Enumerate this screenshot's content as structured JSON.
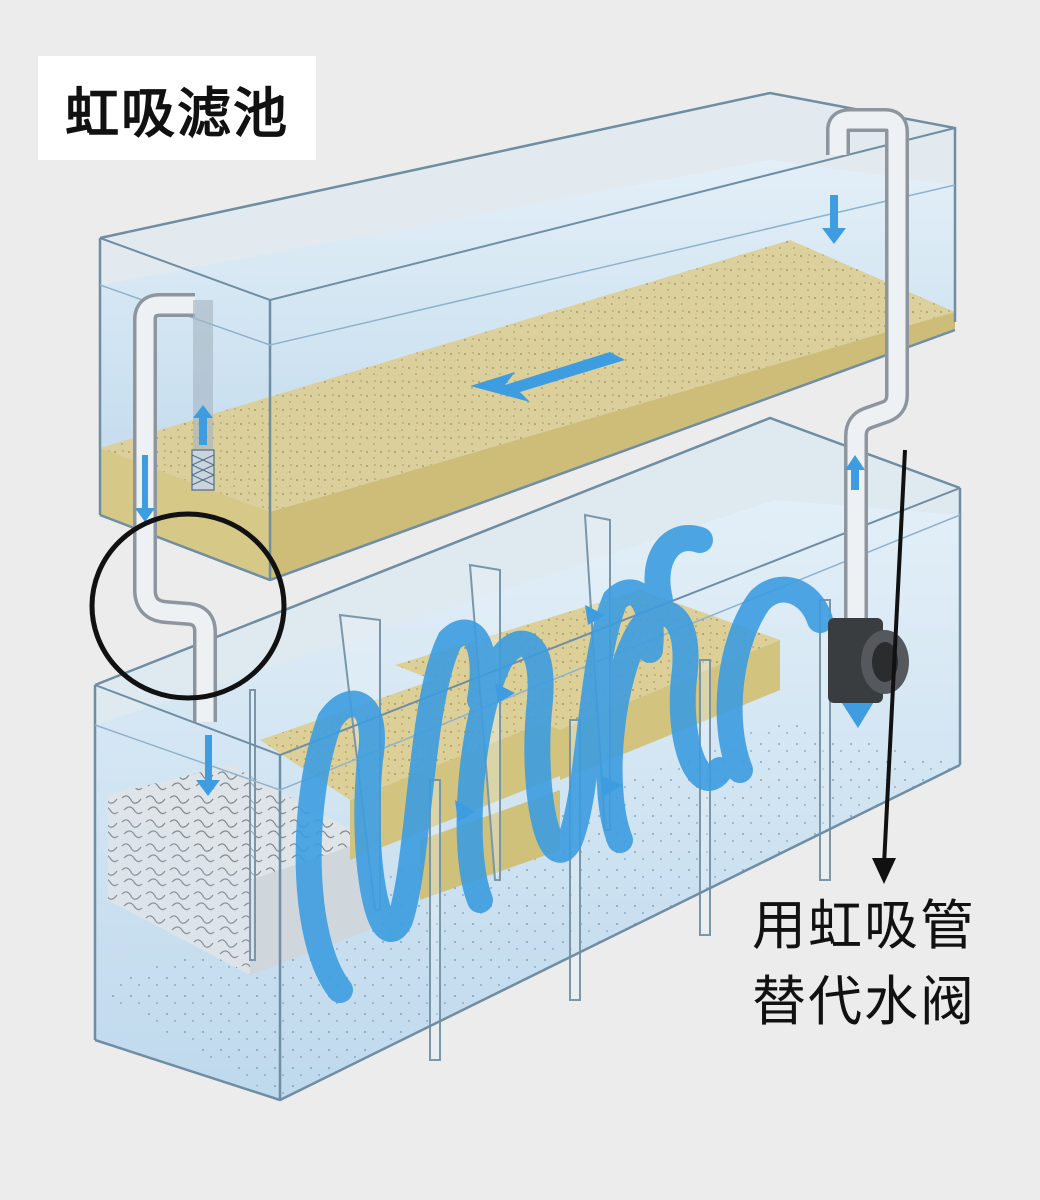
{
  "title": "虹吸滤池",
  "callout": {
    "line1": "用虹吸管",
    "line2": "替代水阀"
  },
  "colors": {
    "background": "#ececec",
    "water": "#c7dff0",
    "glass_edge": "#6f8ea3",
    "sand": "#d9cd94",
    "flow_arrow": "#3d9de0",
    "pipe": "#e6e9ec",
    "pump": "#3a3d40",
    "highlight_circle": "#111111"
  },
  "icons": [
    "flow-arrow",
    "pump-icon",
    "siphon-pipe",
    "filter-sponge"
  ]
}
